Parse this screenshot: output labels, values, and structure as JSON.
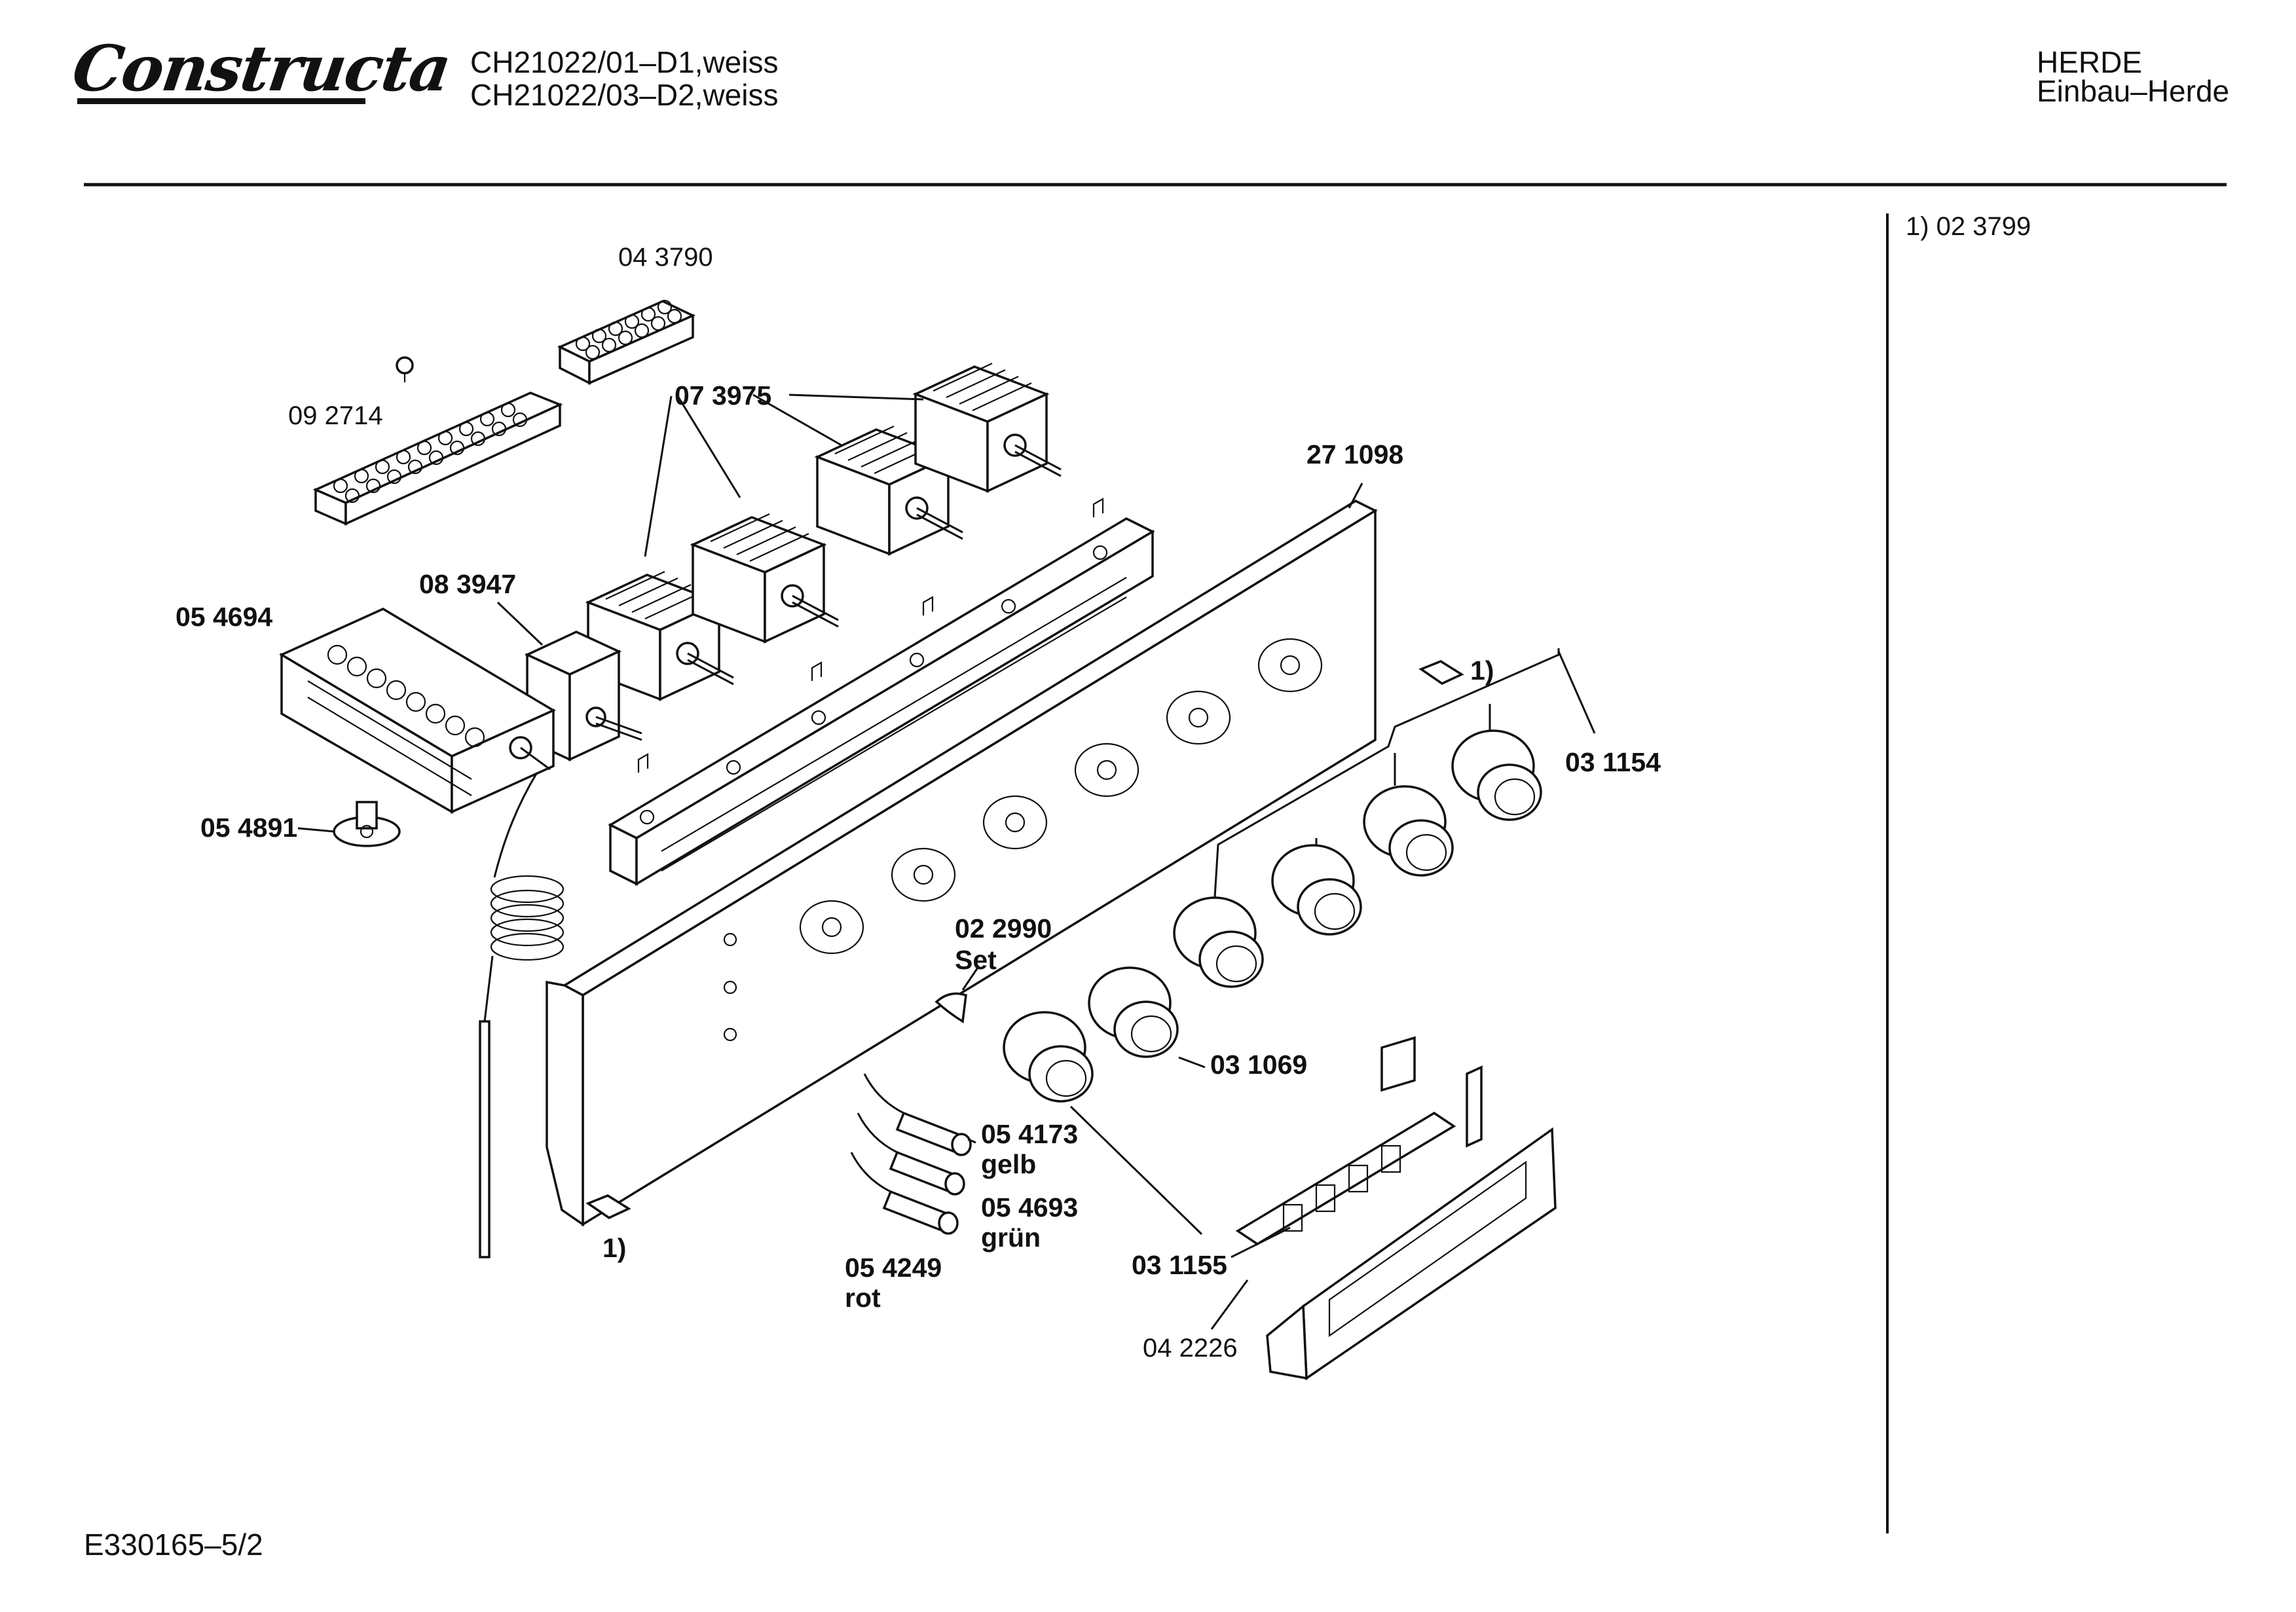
{
  "header": {
    "brand": "Constructa",
    "model_lines": [
      "CH21022/01–D1,weiss",
      "CH21022/03–D2,weiss"
    ],
    "category": "HERDE",
    "subcategory": "Einbau–Herde"
  },
  "notes": [
    "1)  02 3799"
  ],
  "footer": {
    "doc_id": "E330165–5/2"
  },
  "parts": [
    {
      "id": "043790",
      "label": "04 3790"
    },
    {
      "id": "092714",
      "label": "09 2714"
    },
    {
      "id": "073975",
      "label": "07 3975"
    },
    {
      "id": "271098",
      "label": "27 1098"
    },
    {
      "id": "083947",
      "label": "08 3947"
    },
    {
      "id": "054694",
      "label": "05 4694"
    },
    {
      "id": "fn1a",
      "label": "1)"
    },
    {
      "id": "031154",
      "label": "03 1154"
    },
    {
      "id": "054891",
      "label": "05 4891"
    },
    {
      "id": "022990",
      "label": "02 2990",
      "sub": "Set"
    },
    {
      "id": "031069",
      "label": "03 1069"
    },
    {
      "id": "054173",
      "label": "05 4173",
      "sub": "gelb"
    },
    {
      "id": "054693",
      "label": "05 4693",
      "sub": "grün"
    },
    {
      "id": "fn1b",
      "label": "1)"
    },
    {
      "id": "054249",
      "label": "05 4249",
      "sub": "rot"
    },
    {
      "id": "031155",
      "label": "03 1155"
    },
    {
      "id": "042226",
      "label": "04 2226"
    }
  ]
}
